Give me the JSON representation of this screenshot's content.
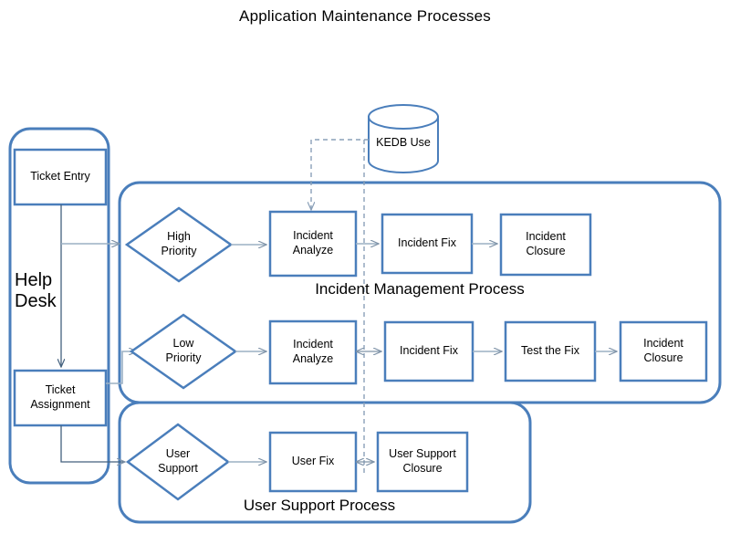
{
  "title": "Application Maintenance Processes",
  "colors": {
    "box_border": "#4a7ebb",
    "container_border": "#4a7ebb",
    "arrow": "#7f93a8",
    "dashed": "#8aa0b8",
    "text": "#000000",
    "background": "#ffffff"
  },
  "lanes": {
    "help_desk": {
      "label": "Help\nDesk"
    },
    "incident_management": {
      "label": "Incident Management Process"
    },
    "user_support": {
      "label": "User Support Process"
    }
  },
  "datastore": {
    "kedb": {
      "label": "KEDB Use"
    }
  },
  "nodes": {
    "ticket_entry": {
      "label": "Ticket Entry"
    },
    "ticket_assignment": {
      "label": "Ticket\nAssignment"
    },
    "high_priority": {
      "label": "High\nPriority"
    },
    "low_priority": {
      "label": "Low\nPriority"
    },
    "user_support_decision": {
      "label": "User\nSupport"
    },
    "incident_analyze_high": {
      "label": "Incident\nAnalyze"
    },
    "incident_fix_high": {
      "label": "Incident Fix"
    },
    "incident_closure_high": {
      "label": "Incident\nClosure"
    },
    "incident_analyze_low": {
      "label": "Incident\nAnalyze"
    },
    "incident_fix_low": {
      "label": "Incident  Fix"
    },
    "test_the_fix": {
      "label": "Test the Fix"
    },
    "incident_closure_low": {
      "label": "Incident\nClosure"
    },
    "user_fix": {
      "label": "User Fix"
    },
    "user_support_closure": {
      "label": "User Support\nClosure"
    }
  }
}
